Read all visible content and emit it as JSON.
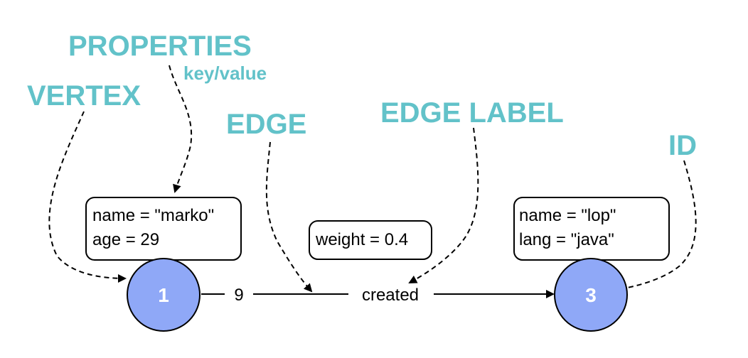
{
  "callouts": {
    "properties": "PROPERTIES",
    "key_value": "key/value",
    "vertex": "VERTEX",
    "edge": "EDGE",
    "edge_label": "EDGE LABEL",
    "id": "ID"
  },
  "vertices": [
    {
      "id": "1",
      "properties": [
        "name = \"marko\"",
        "age = 29"
      ]
    },
    {
      "id": "3",
      "properties": [
        "name = \"lop\"",
        "lang = \"java\""
      ]
    }
  ],
  "edge": {
    "id": "9",
    "label": "created",
    "properties": [
      "weight = 0.4"
    ]
  },
  "colors": {
    "callout": "#62c2c9",
    "vertex_fill": "#8fa8f7",
    "line": "#000000"
  }
}
